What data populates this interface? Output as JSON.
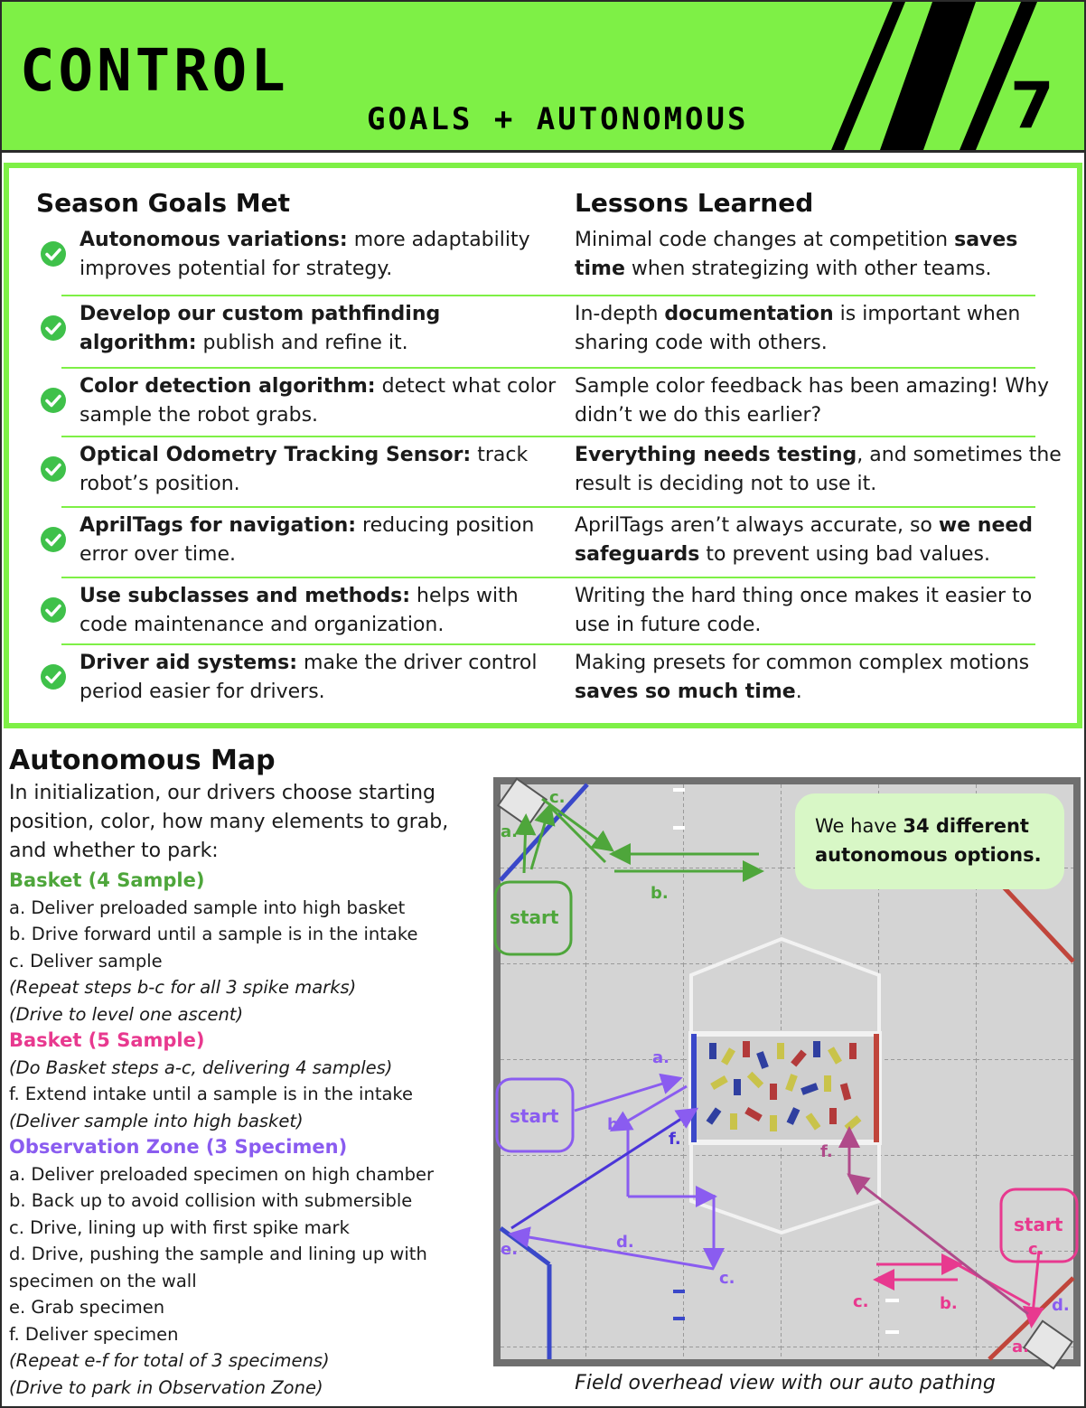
{
  "header": {
    "title": "CONTROL",
    "subtitle": "GOALS + AUTONOMOUS",
    "page_number": "7",
    "accent": "#7ef046"
  },
  "goals": {
    "left_heading": "Season Goals Met",
    "right_heading": "Lessons Learned",
    "check_icon": "check-circle-icon",
    "check_color": "#3fc14a",
    "rows": [
      {
        "goal_bold": "Autonomous variations:",
        "goal_rest": " more adaptability improves potential for strategy.",
        "lesson": [
          {
            "t": "Minimal code changes at competition ",
            "b": false
          },
          {
            "t": "saves time",
            "b": true
          },
          {
            "t": " when strategizing with other teams.",
            "b": false
          }
        ]
      },
      {
        "goal_bold": "Develop our custom pathfinding algorithm:",
        "goal_rest": " publish and refine it.",
        "lesson": [
          {
            "t": "In-depth ",
            "b": false
          },
          {
            "t": "documentation",
            "b": true
          },
          {
            "t": " is important when sharing code with others.",
            "b": false
          }
        ]
      },
      {
        "goal_bold": "Color detection algorithm:",
        "goal_rest": " detect what color sample the robot grabs.",
        "lesson": [
          {
            "t": "Sample color feedback has been amazing! Why didn’t we do this earlier?",
            "b": false
          }
        ]
      },
      {
        "goal_bold": "Optical Odometry Tracking Sensor:",
        "goal_rest": " track robot’s position.",
        "lesson": [
          {
            "t": "Everything needs testing",
            "b": true
          },
          {
            "t": ", and sometimes the result is deciding not to use it.",
            "b": false
          }
        ]
      },
      {
        "goal_bold": "AprilTags for navigation:",
        "goal_rest": " reducing position error over time.",
        "lesson": [
          {
            "t": "AprilTags aren’t always accurate, so ",
            "b": false
          },
          {
            "t": "we need safeguards",
            "b": true
          },
          {
            "t": " to prevent using bad values.",
            "b": false
          }
        ]
      },
      {
        "goal_bold": "Use subclasses and methods:",
        "goal_rest": " helps with code maintenance and organization.",
        "lesson": [
          {
            "t": "Writing the hard thing once makes it easier to use in future code.",
            "b": false
          }
        ]
      },
      {
        "goal_bold": "Driver aid systems:",
        "goal_rest": " make the driver control period easier for drivers.",
        "lesson": [
          {
            "t": "Making presets for common complex motions ",
            "b": false
          },
          {
            "t": "saves so much time",
            "b": true
          },
          {
            "t": ".",
            "b": false
          }
        ]
      }
    ]
  },
  "autonomous": {
    "title": "Autonomous Map",
    "intro": "In initialization, our drivers choose starting position, color, how many elements to grab, and whether to park:",
    "sections": [
      {
        "heading": "Basket (4 Sample)",
        "color": "#4ea63b",
        "lines": [
          {
            "t": "a. Deliver preloaded sample into high basket",
            "i": false
          },
          {
            "t": "b. Drive forward until a sample is in the intake",
            "i": false
          },
          {
            "t": "c. Deliver sample",
            "i": false
          },
          {
            "t": "(Repeat steps b-c for all 3 spike marks)",
            "i": true
          },
          {
            "t": "(Drive to level one ascent)",
            "i": true
          }
        ]
      },
      {
        "heading": "Basket (5 Sample)",
        "color": "#e8398f",
        "lines": [
          {
            "t": "(Do Basket steps a-c, delivering 4 samples)",
            "i": true
          },
          {
            "t": "f. Extend intake until a sample is in the intake",
            "i": false
          },
          {
            "t": "(Deliver sample into high basket)",
            "i": true
          }
        ]
      },
      {
        "heading": "Observation Zone (3 Specimen)",
        "color": "#8a5cf0",
        "lines": [
          {
            "t": "a. Deliver preloaded specimen on high chamber",
            "i": false
          },
          {
            "t": "b. Back up to avoid collision with submersible",
            "i": false
          },
          {
            "t": "c. Drive, lining up with first spike mark",
            "i": false
          },
          {
            "t": "d. Drive, pushing the sample and lining up with specimen on the wall",
            "i": false
          },
          {
            "t": "e. Grab specimen",
            "i": false
          },
          {
            "t": "f. Deliver specimen",
            "i": false
          },
          {
            "t": "(Repeat e-f for total of 3 specimens)",
            "i": true
          },
          {
            "t": "(Drive to park in Observation Zone)",
            "i": true
          }
        ]
      }
    ],
    "callout_pre": "We have ",
    "callout_bold": "34 different autonomous options.",
    "caption": "Field overhead view with our auto pathing",
    "map_labels": {
      "start": "start",
      "a": "a.",
      "b": "b.",
      "c": "c.",
      "d": "d.",
      "e": "e.",
      "f": "f."
    }
  }
}
